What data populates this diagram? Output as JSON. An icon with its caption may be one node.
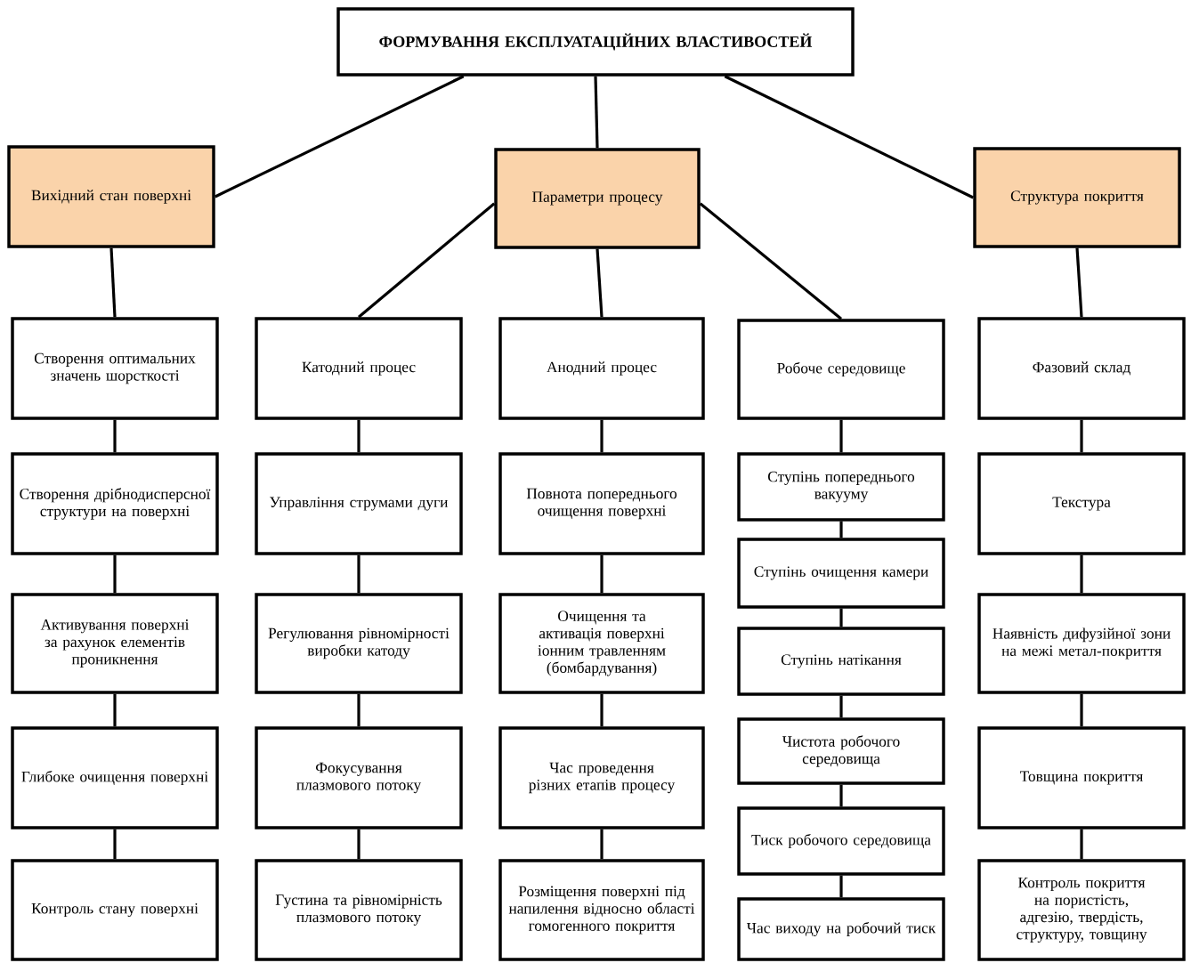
{
  "diagram": {
    "nodes": [
      {
        "text": [
          "ФОРМУВАННЯ ЕКСПЛУАТАЦІЙНИХ ВЛАСТИВОСТЕЙ"
        ]
      },
      {
        "text": [
          "Вихідний стан поверхні"
        ]
      },
      {
        "text": [
          "Параметри процесу"
        ]
      },
      {
        "text": [
          "Структура покриття"
        ]
      },
      {
        "text": [
          "Створення оптимальних значень шорсткості"
        ]
      },
      {
        "text": [
          "Катодний процес"
        ]
      },
      {
        "text": [
          "Анодний процес"
        ]
      },
      {
        "text": [
          "Робоче середовище"
        ]
      },
      {
        "text": [
          "Фазовий склад"
        ]
      },
      {
        "text": [
          "Створення дрібнодисперсної структури на поверхні"
        ]
      },
      {
        "text": [
          "Управління струмами дуги"
        ]
      },
      {
        "text": [
          "Повнота попереднього очищення поверхні"
        ]
      },
      {
        "text": [
          "Ступінь попереднього вакууму"
        ]
      },
      {
        "text": [
          "Текстура"
        ]
      },
      {
        "text": [
          "Ступінь очищення камери"
        ]
      },
      {
        "text": [
          "Активування поверхні за рахунок елементів проникнення"
        ]
      },
      {
        "text": [
          "Регулювання рівномірності виробки катоду"
        ]
      },
      {
        "text": [
          "Очищення та активація поверхні іонним травленням (бомбардування)"
        ]
      },
      {
        "text": [
          "Ступінь натікання"
        ]
      },
      {
        "text": [
          "Наявність дифузійної зони на межі метал-покриття"
        ]
      },
      {
        "text": [
          "Глибоке очищення поверхні"
        ]
      },
      {
        "text": [
          "Фокусування плазмового потоку"
        ]
      },
      {
        "text": [
          "Час проведення різних етапів процесу"
        ]
      },
      {
        "text": [
          "Чистота робочого середовища"
        ]
      },
      {
        "text": [
          "Товщина покриття"
        ]
      },
      {
        "text": [
          "Тиск робочого середовища"
        ]
      },
      {
        "text": [
          "Контроль стану поверхні"
        ]
      },
      {
        "text": [
          "Густина та рівномірність плазмового потоку"
        ]
      },
      {
        "text": [
          "Розміщення поверхні під напилення відносно області гомогенного покриття"
        ]
      },
      {
        "text": [
          "Час виходу на робочий тиск"
        ]
      },
      {
        "text": [
          "Контроль покриття на пористість, адгезію, твердість, структуру, товщину"
        ]
      }
    ],
    "edges": [
      {
        "from": 0,
        "to": 1,
        "arrow": "none"
      },
      {
        "from": 0,
        "to": 2,
        "arrow": "none"
      },
      {
        "from": 0,
        "to": 3,
        "arrow": "none"
      },
      {
        "from": 1,
        "to": 4,
        "arrow": "none"
      },
      {
        "from": 2,
        "to": 5,
        "arrow": "none"
      },
      {
        "from": 2,
        "to": 6,
        "arrow": "none"
      },
      {
        "from": 2,
        "to": 7,
        "arrow": "none"
      },
      {
        "from": 3,
        "to": 8,
        "arrow": "none"
      },
      {
        "from": 4,
        "to": 9,
        "arrow": "none"
      },
      {
        "from": 9,
        "to": 15,
        "arrow": "none"
      },
      {
        "from": 15,
        "to": 20,
        "arrow": "none"
      },
      {
        "from": 20,
        "to": 26,
        "arrow": "none"
      },
      {
        "from": 5,
        "to": 10,
        "arrow": "none"
      },
      {
        "from": 10,
        "to": 16,
        "arrow": "none"
      },
      {
        "from": 16,
        "to": 21,
        "arrow": "none"
      },
      {
        "from": 21,
        "to": 27,
        "arrow": "none"
      },
      {
        "from": 6,
        "to": 11,
        "arrow": "none"
      },
      {
        "from": 11,
        "to": 17,
        "arrow": "none"
      },
      {
        "from": 17,
        "to": 22,
        "arrow": "none"
      },
      {
        "from": 22,
        "to": 28,
        "arrow": "none"
      },
      {
        "from": 7,
        "to": 12,
        "arrow": "none"
      },
      {
        "from": 12,
        "to": 14,
        "arrow": "none"
      },
      {
        "from": 14,
        "to": 18,
        "arrow": "none"
      },
      {
        "from": 18,
        "to": 23,
        "arrow": "none"
      },
      {
        "from": 23,
        "to": 25,
        "arrow": "none"
      },
      {
        "from": 25,
        "to": 29,
        "arrow": "none"
      },
      {
        "from": 8,
        "to": 13,
        "arrow": "none"
      },
      {
        "from": 13,
        "to": 19,
        "arrow": "none"
      },
      {
        "from": 19,
        "to": 24,
        "arrow": "none"
      },
      {
        "from": 24,
        "to": 30,
        "arrow": "none"
      }
    ]
  }
}
